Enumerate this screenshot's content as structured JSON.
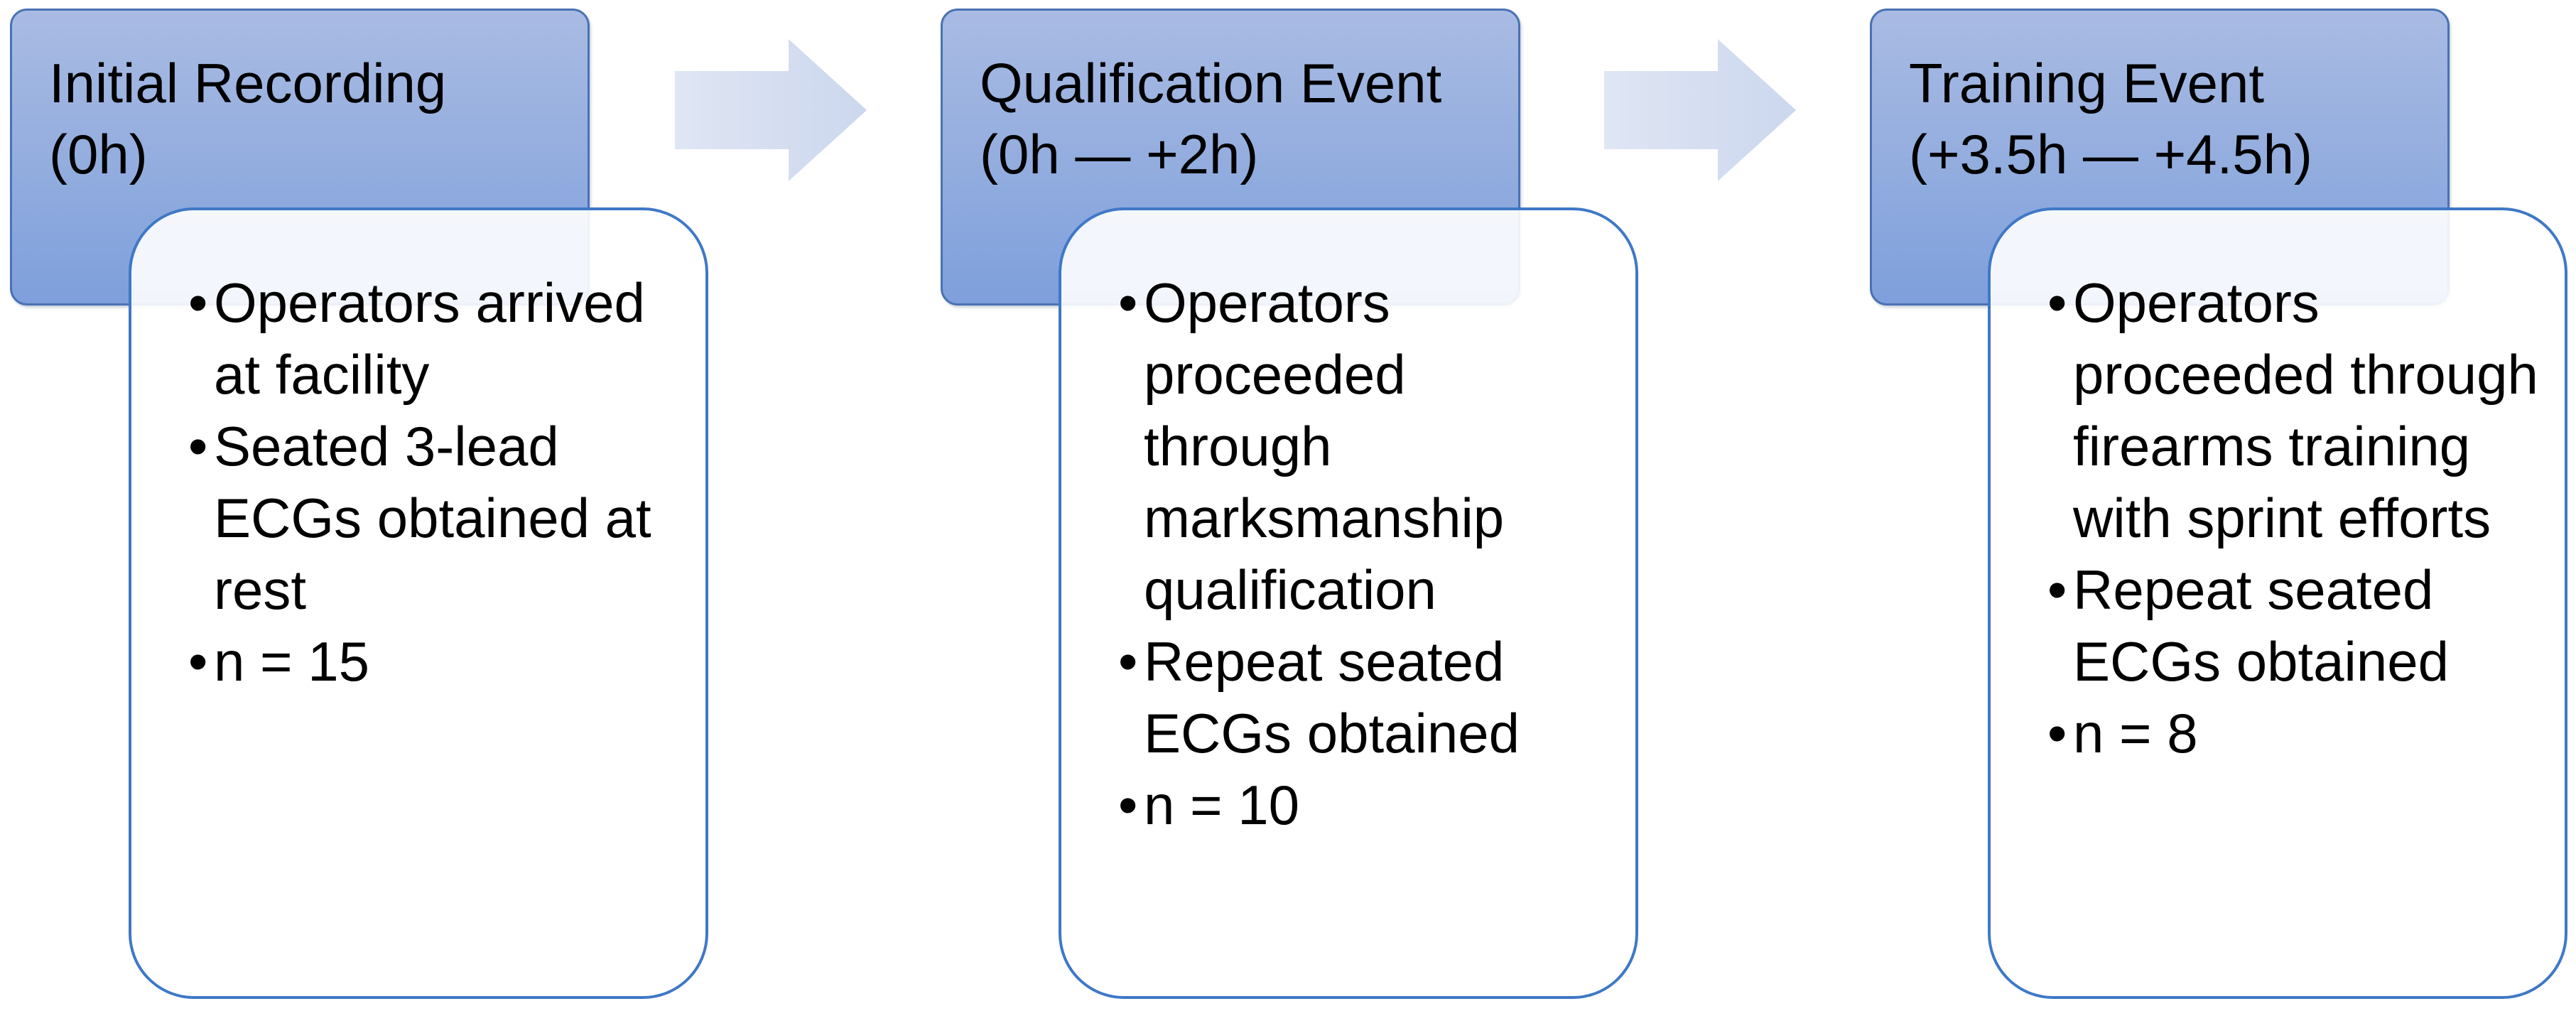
{
  "stages": [
    {
      "title": "Initial Recording\n(0h)",
      "bullets": [
        "Operators arrived at facility",
        "Seated 3-lead ECGs obtained at rest",
        "n = 15"
      ]
    },
    {
      "title": "Qualification Event\n(0h — +2h)",
      "bullets": [
        "Operators proceeded through marksmanship qualification",
        "Repeat seated ECGs obtained",
        "n = 10"
      ]
    },
    {
      "title": "Training Event\n(+3.5h — +4.5h)",
      "bullets": [
        "Operators proceeded through firearms training with sprint efforts",
        "Repeat seated ECGs obtained",
        "n = 8"
      ]
    }
  ],
  "bullet_glyph": "•",
  "colors": {
    "header_fill_top": "#a9bbe3",
    "header_fill_bottom": "#7e9fdc",
    "header_border": "#4a72b4",
    "detail_border": "#3f78c6",
    "arrow_fill": "#d5def0"
  },
  "icons": {
    "connector": "arrow-right-icon"
  }
}
